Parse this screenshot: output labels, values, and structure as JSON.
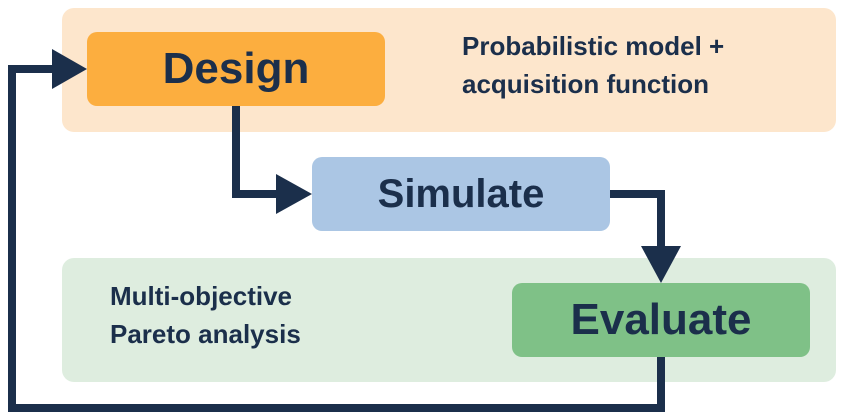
{
  "steps": {
    "design": "Design",
    "simulate": "Simulate",
    "evaluate": "Evaluate"
  },
  "notes": {
    "design_line1": "Probabilistic model +",
    "design_line2": "acquisition function",
    "evaluate_line1": "Multi-objective",
    "evaluate_line2": "Pareto analysis"
  },
  "colors": {
    "design_region": "#fde6cc",
    "design_box": "#fcae3f",
    "simulate_box": "#abc6e4",
    "evaluate_region": "#deeddf",
    "evaluate_box": "#7fc187",
    "arrow": "#1b2f4b"
  }
}
